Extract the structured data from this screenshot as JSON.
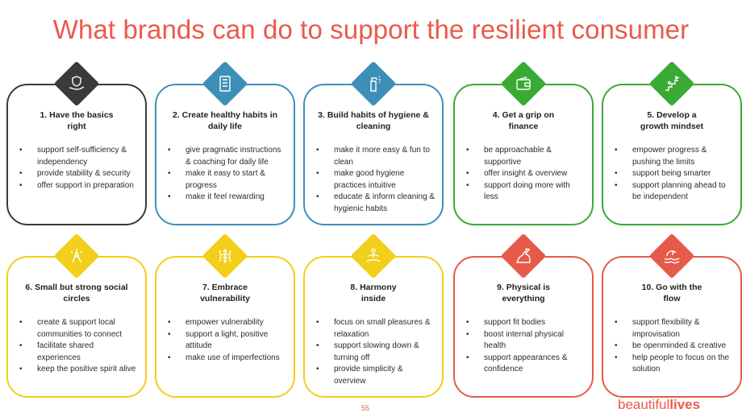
{
  "title": "What brands can do to support the resilient consumer",
  "colors": {
    "title": "#ea5a4b",
    "dark": "#3a3a3a",
    "blue": "#3d8fb8",
    "green": "#3aaa35",
    "yellow": "#f2cf1a",
    "red": "#e65a49"
  },
  "cards": [
    {
      "title_line1": "1. Have the basics",
      "title_line2": "right",
      "icon": "hand-shield-icon",
      "bullets": [
        "support self-sufficiency & independency",
        "provide stability & security",
        "offer support in preparation"
      ]
    },
    {
      "title_line1": "2. Create healthy habits in",
      "title_line2": "daily life",
      "icon": "checklist-icon",
      "bullets": [
        "give pragmatic instructions & coaching for daily life",
        "make it easy to start & progress",
        "make it feel rewarding"
      ]
    },
    {
      "title_line1": "3. Build habits of hygiene &",
      "title_line2": "cleaning",
      "icon": "spray-bottle-icon",
      "bullets": [
        "make it more easy & fun to clean",
        "make good hygiene practices intuitive",
        "educate & inform cleaning & hygienic habits"
      ]
    },
    {
      "title_line1": "4. Get a grip on",
      "title_line2": "finance",
      "icon": "wallet-icon",
      "bullets": [
        "be approachable & supportive",
        "offer insight & overview",
        "support doing more with less"
      ]
    },
    {
      "title_line1": "5. Develop a",
      "title_line2": "growth mindset",
      "icon": "growth-stairs-icon",
      "bullets": [
        "empower progress & pushing the limits",
        "support being smarter",
        "support planning ahead to be independent"
      ]
    },
    {
      "title_line1": "6. Small but strong social",
      "title_line2": "circles",
      "icon": "clasped-hands-icon",
      "bullets": [
        "create & support local communities to connect",
        "facilitate shared experiences",
        "keep the positive spirit alive"
      ]
    },
    {
      "title_line1": "7. Embrace",
      "title_line2": "vulnerability",
      "icon": "body-spine-icon",
      "bullets": [
        "empower vulnerability",
        "support a light, positive attitude",
        "make use of imperfections"
      ]
    },
    {
      "title_line1": "8. Harmony",
      "title_line2": "inside",
      "icon": "meditation-icon",
      "bullets": [
        "focus on small pleasures & relaxation",
        "support slowing down & turning off",
        "provide simplicity & overview"
      ]
    },
    {
      "title_line1": "9. Physical is",
      "title_line2": "everything",
      "icon": "flexed-arm-heart-icon",
      "bullets": [
        "support fit bodies",
        "boost internal physical health",
        "support appearances & confidence"
      ]
    },
    {
      "title_line1": "10. Go with the",
      "title_line2": "flow",
      "icon": "wave-icon",
      "bullets": [
        "support flexibility & improvisation",
        "be openminded & creative",
        "help people to focus on the solution"
      ]
    }
  ],
  "footer": {
    "page_number": "55",
    "brand_part1": "beautiful",
    "brand_part2": "lives"
  }
}
